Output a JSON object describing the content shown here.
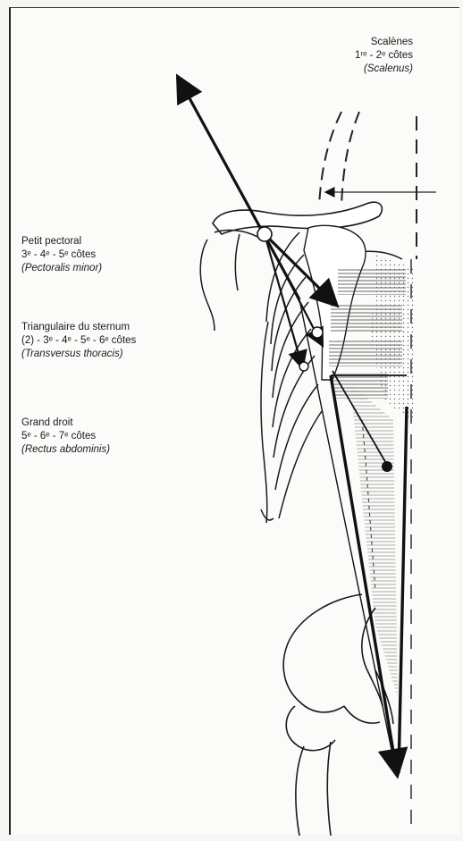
{
  "labels": {
    "scalenes": {
      "name": "Scalènes",
      "ribs": "1ʳᵉ - 2ᵉ côtes",
      "latin": "(Scalenus)"
    },
    "pectoral": {
      "name": "Petit pectoral",
      "ribs": "3ᵉ - 4ᵉ - 5ᵉ côtes",
      "latin": "(Pectoralis minor)"
    },
    "triangulaire": {
      "name": "Triangulaire du sternum",
      "ribs": "(2) - 3ᵉ - 4ᵉ - 5ᵉ - 6ᵉ côtes",
      "latin": "(Transversus thoracis)"
    },
    "grand_droit": {
      "name": "Grand droit",
      "ribs": "5ᵉ - 6ᵉ - 7ᵉ côtes",
      "latin": "(Rectus abdominis)"
    }
  },
  "colors": {
    "ink": "#1a1a1a",
    "paper": "#fbfbf9",
    "shade": "#9a9a9a"
  }
}
